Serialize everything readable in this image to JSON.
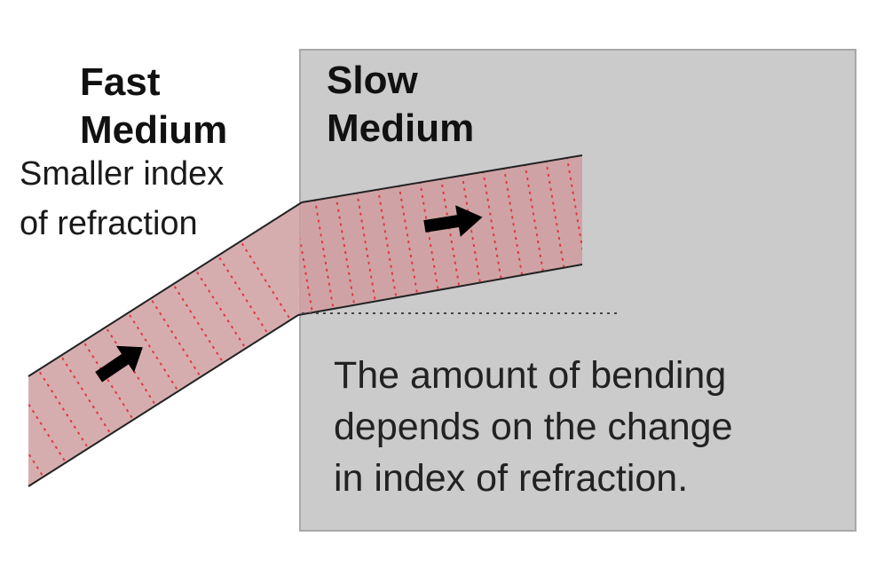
{
  "fast_medium": {
    "title_line1": "Fast",
    "title_line2": "Medium",
    "note_line1": "Smaller index",
    "note_line2": "of refraction"
  },
  "slow_medium": {
    "title_line1": "Slow",
    "title_line2": "Medium",
    "caption_line1": "The amount of bending",
    "caption_line2": "depends on the change",
    "caption_line3": "in index of refraction."
  },
  "colors": {
    "slow_medium_fill": "#cbcbcb",
    "beam_fill": "#cf9fa1",
    "wavefront": "#e0383f",
    "arrow": "#000000"
  },
  "icons": {
    "direction_arrow": "arrow-right-icon"
  }
}
